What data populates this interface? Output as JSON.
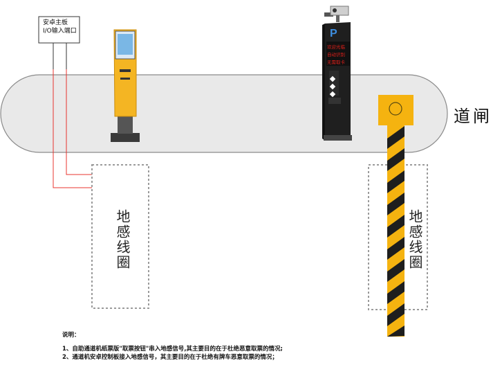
{
  "board": {
    "line1": "安卓主板",
    "line2": "I/O输入端口"
  },
  "gate_title": "道闸",
  "loop_left_label": "地感线圈",
  "loop_right_label": "地感线圈",
  "terminal_led": [
    "欢迎光临",
    "自动识别",
    "无需取卡"
  ],
  "terminal_logo": "P",
  "notes": {
    "title": "说明：",
    "items": [
      "1、自助通道机纸票版\"取票按钮\"串入地感信号,其主要目的在于杜绝恶意取票的情况;",
      "2、通道机安卓控制板接入地感信号，其主要目的在于杜绝有牌车恶意取票的情况；"
    ]
  },
  "colors": {
    "lane": "#e9e9e9",
    "wire": "#e8342f",
    "kiosk": "#f4b523",
    "terminal": "#1f1f1f",
    "barrier_yellow": "#f5b310",
    "loop_border": "#9a9a9a"
  }
}
